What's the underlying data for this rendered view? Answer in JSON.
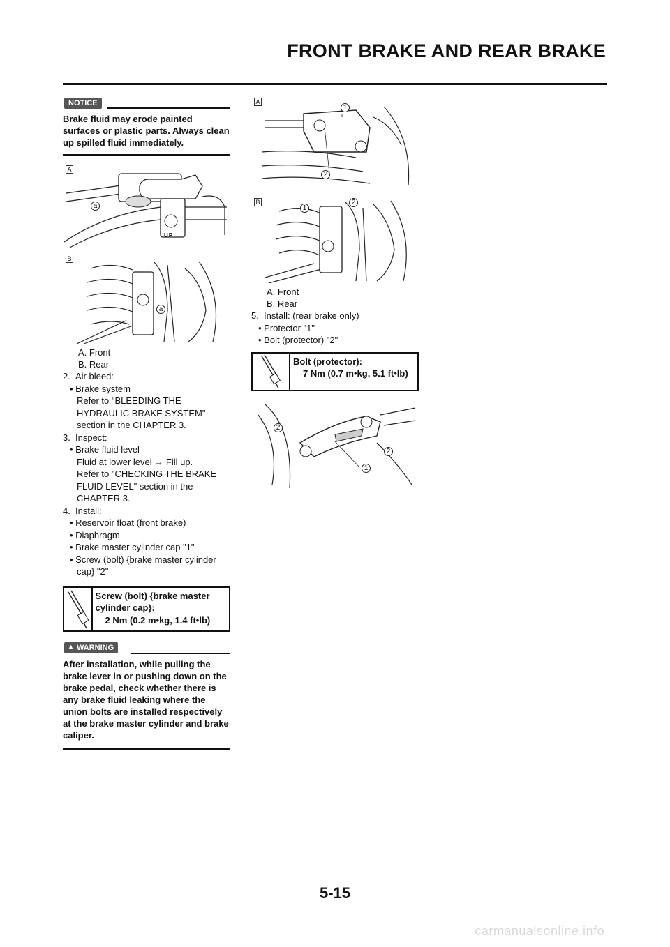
{
  "header": {
    "title": "FRONT BRAKE AND REAR BRAKE"
  },
  "left": {
    "notice_label": "NOTICE",
    "notice_text": "Brake fluid may erode painted surfaces or plastic parts. Always clean up spilled fluid immediately.",
    "fig1": {
      "letter": "A",
      "callout": "a",
      "label": "UP"
    },
    "fig2": {
      "letter": "B",
      "callout": "a"
    },
    "captions": [
      "A.  Front",
      "B.  Rear"
    ],
    "step2": {
      "num": "2.",
      "title": "Air bleed:",
      "bullet": "Brake system",
      "sub": "Refer to \"BLEEDING THE HYDRAULIC BRAKE SYSTEM\" section in the CHAPTER 3."
    },
    "step3": {
      "num": "3.",
      "title": "Inspect:",
      "bullet": "Brake fluid level",
      "sub1": "Fluid at lower level → Fill up.",
      "sub2": "Refer to \"CHECKING THE BRAKE FLUID LEVEL\" section in the CHAPTER 3."
    },
    "step4": {
      "num": "4.",
      "title": "Install:",
      "bullets": [
        "Reservoir float (front brake)",
        "Diaphragm",
        "Brake master cylinder cap \"1\"",
        "Screw (bolt) {brake master cylinder cap} \"2\""
      ]
    },
    "spec": {
      "title": "Screw (bolt) {brake master cylinder cap}:",
      "value": "2 Nm (0.2 m•kg, 1.4 ft•lb)"
    },
    "warning_label": "WARNING",
    "warning_text": "After installation, while pulling the brake lever in or pushing down on the brake pedal, check whether there is any brake fluid leaking where the union bolts are installed respectively at the brake master cylinder and brake caliper."
  },
  "right": {
    "fig1": {
      "letter": "A",
      "c1": "1",
      "c2": "2"
    },
    "fig2": {
      "letter": "B",
      "c1": "1",
      "c2": "2"
    },
    "captions": [
      "A.  Front",
      "B.  Rear"
    ],
    "step5": {
      "num": "5.",
      "title": "Install: (rear brake only)",
      "bullets": [
        "Protector \"1\"",
        "Bolt (protector) \"2\""
      ]
    },
    "spec": {
      "title": "Bolt (protector):",
      "value": "7 Nm (0.7 m•kg, 5.1 ft•lb)"
    },
    "fig3": {
      "c1": "2",
      "c2": "2",
      "c3": "1"
    }
  },
  "footer": {
    "page_number": "5-15",
    "watermark": "carmanualsonline.info"
  }
}
